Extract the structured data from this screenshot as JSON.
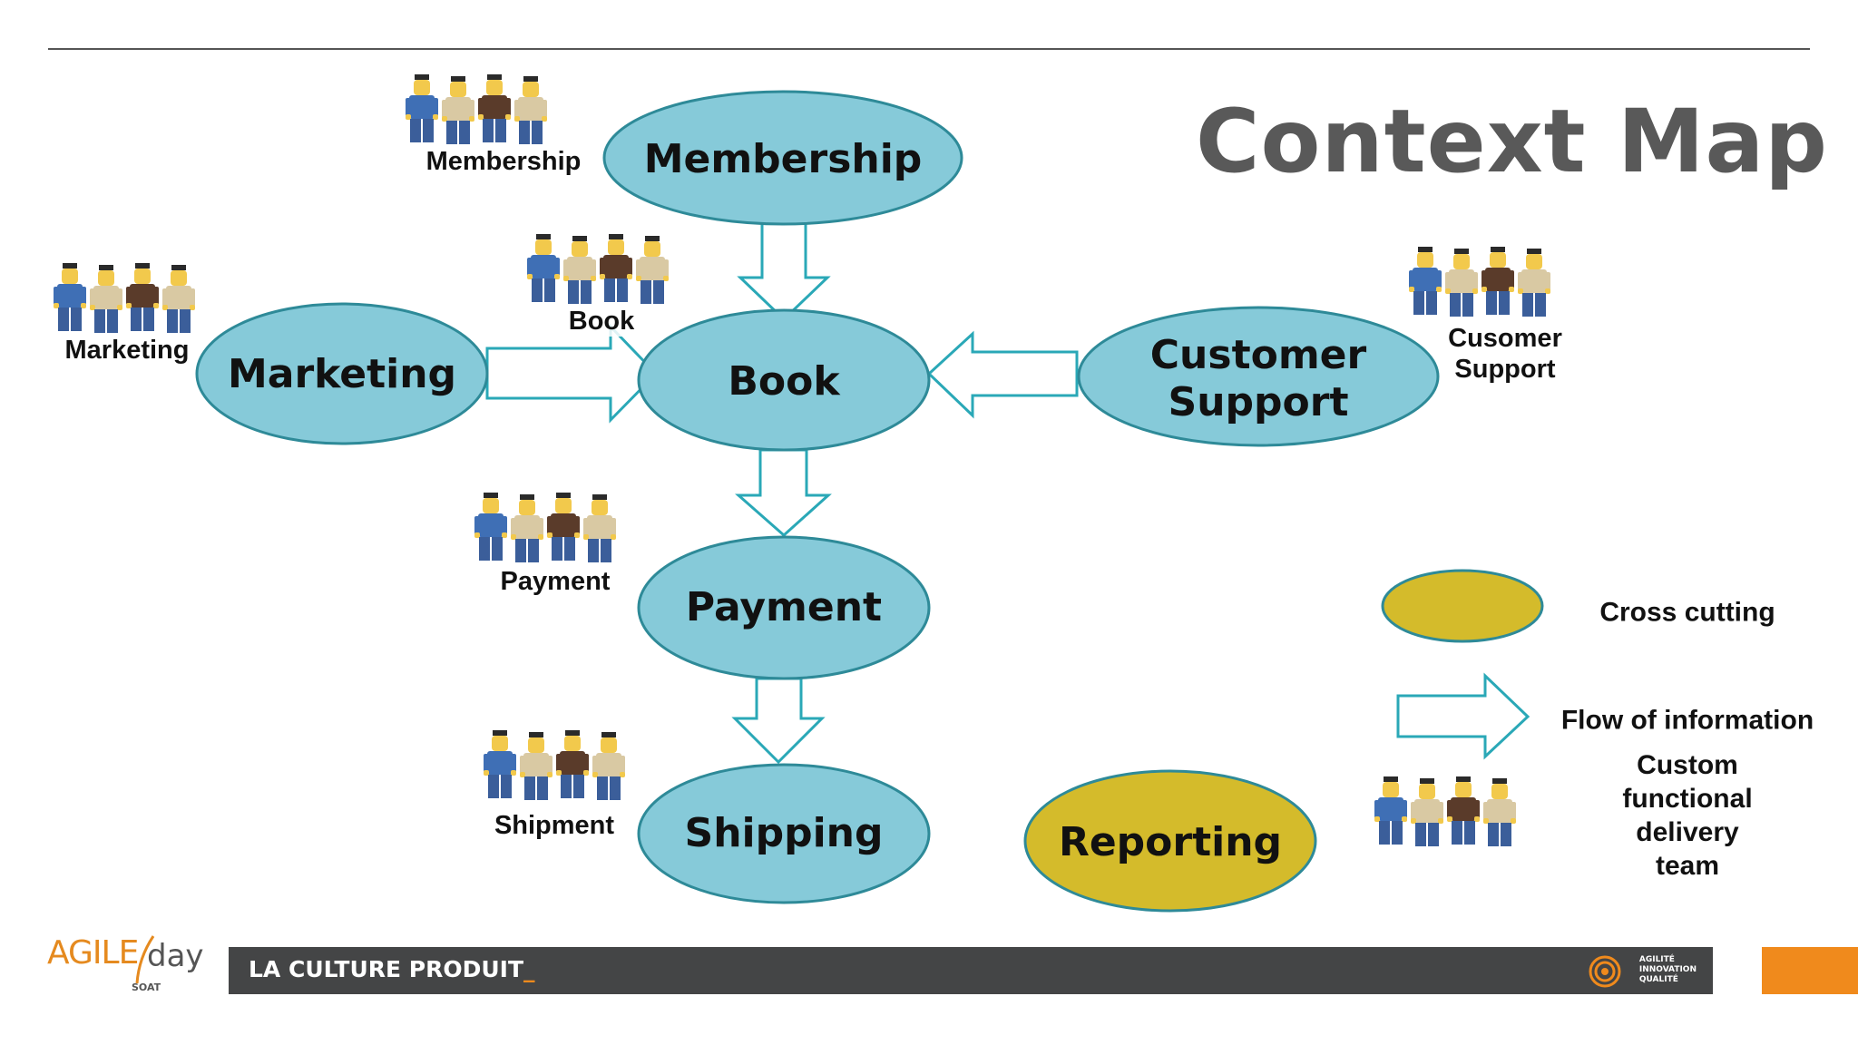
{
  "slide": {
    "title": "Context Map",
    "footer_text": "LA CULTURE  PRODUIT",
    "footer_cursor": "_",
    "footer_tagline": [
      "AGILITÉ",
      "INNOVATION",
      "QUALITÉ"
    ],
    "logo": {
      "agile": "AGILE",
      "day": "day",
      "org": "SOAT"
    }
  },
  "colors": {
    "context_fill": "#86cad9",
    "context_stroke": "#2e8a98",
    "cross_cutting_fill": "#d4bb2b",
    "cross_cutting_stroke": "#2e8a98",
    "arrow_stroke": "#2aa8b7",
    "footer_bar": "#444546",
    "accent_orange": "#f08a1c"
  },
  "contexts": {
    "membership": "Membership",
    "marketing": "Marketing",
    "book": "Book",
    "customer_support": "Customer\nSupport",
    "payment": "Payment",
    "shipping": "Shipping",
    "reporting": "Reporting"
  },
  "teams": {
    "membership": "Membership",
    "book": "Book",
    "marketing": "Marketing",
    "customer_support": "Cusomer\nSupport",
    "payment": "Payment",
    "shipment": "Shipment"
  },
  "legend": {
    "cross_cutting": "Cross cutting",
    "flow": "Flow of information",
    "team": "Custom functional\ndelivery team"
  }
}
